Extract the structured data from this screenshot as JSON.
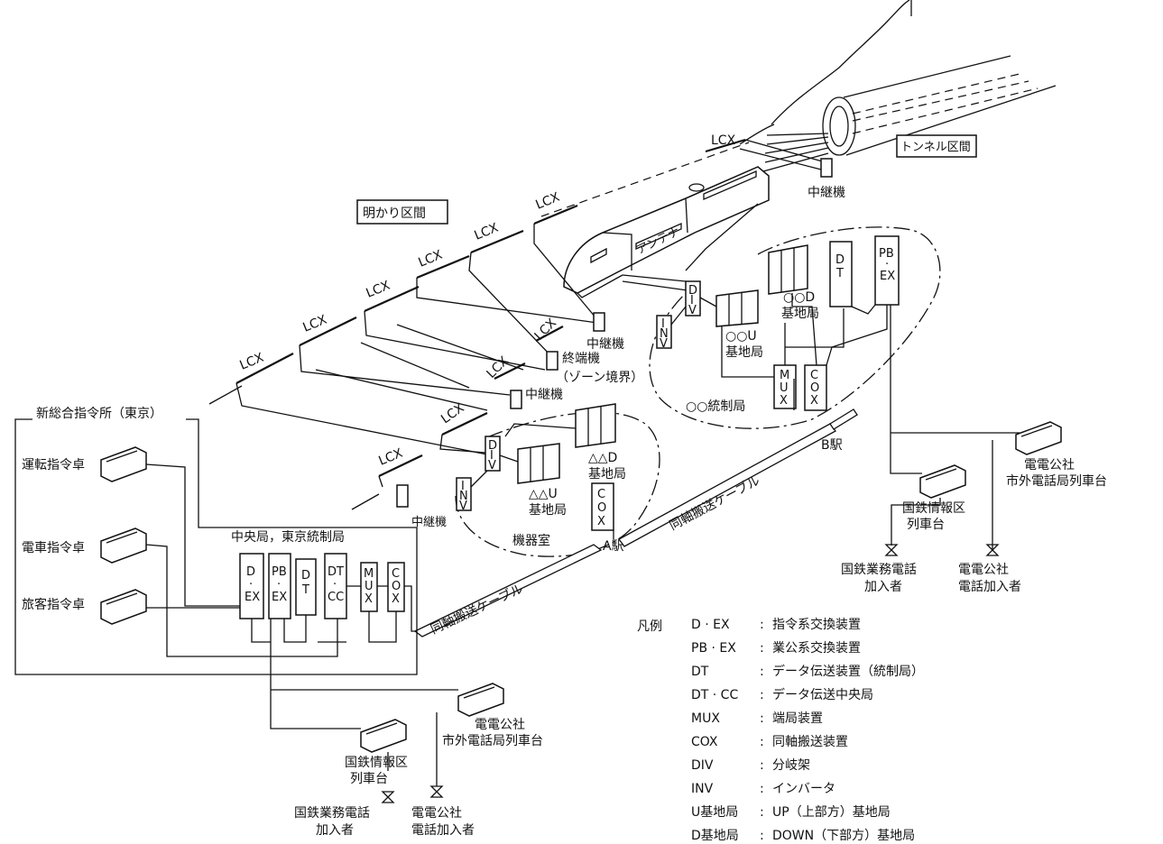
{
  "labels": {
    "tunnel_section": "トンネル区間",
    "open_section": "明かり区間",
    "lcx": "LCX",
    "repeater": "中継機",
    "terminal": "終端機",
    "zone_boundary": "（ゾーン境界）",
    "antenna": "アンテナ",
    "new_command": "新総合指令所（東京）",
    "operation_desk": "運転指令卓",
    "train_desk": "電車指令卓",
    "passenger_desk": "旅客指令卓",
    "central": "中央局，東京統制局",
    "equipment_room": "機器室",
    "station_a": "A駅",
    "station_b": "B駅",
    "coax_cable": "同軸搬送ケーブル",
    "control_b": "○○統制局",
    "base_oou": "○○U",
    "base_ood": "○○D",
    "base_aau": "△△U",
    "base_aad": "△△D",
    "base_station": "基地局",
    "jnr_board": [
      "国鉄情報区",
      "列車台"
    ],
    "ntt_board": [
      "電電公社",
      "市外電話局列車台"
    ],
    "jnr_sub": [
      "国鉄業務電話",
      "加入者"
    ],
    "ntt_sub": [
      "電電公社",
      "電話加入者"
    ]
  },
  "boxes": {
    "dex": [
      "D",
      "·",
      "EX"
    ],
    "pbex": [
      "PB",
      "·",
      "EX"
    ],
    "dt": [
      "D",
      "T"
    ],
    "dtcc": [
      "DT",
      "·",
      "CC"
    ],
    "mux": [
      "M",
      "U",
      "X"
    ],
    "cox": [
      "C",
      "O",
      "X"
    ],
    "div": [
      "D",
      "I",
      "V"
    ],
    "inv": [
      "I",
      "N",
      "V"
    ]
  },
  "legend": {
    "title": "凡例",
    "items": [
      {
        "term": "D · EX",
        "desc": "指令系交換装置"
      },
      {
        "term": "PB · EX",
        "desc": "業公系交換装置"
      },
      {
        "term": "DT",
        "desc": "データ伝送装置（統制局）"
      },
      {
        "term": "DT · CC",
        "desc": "データ伝送中央局"
      },
      {
        "term": "MUX",
        "desc": "端局装置"
      },
      {
        "term": "COX",
        "desc": "同軸搬送装置"
      },
      {
        "term": "DIV",
        "desc": "分岐架"
      },
      {
        "term": "INV",
        "desc": "インバータ"
      },
      {
        "term": "U基地局",
        "desc": "UP（上部方）基地局"
      },
      {
        "term": "D基地局",
        "desc": "DOWN（下部方）基地局"
      }
    ]
  }
}
